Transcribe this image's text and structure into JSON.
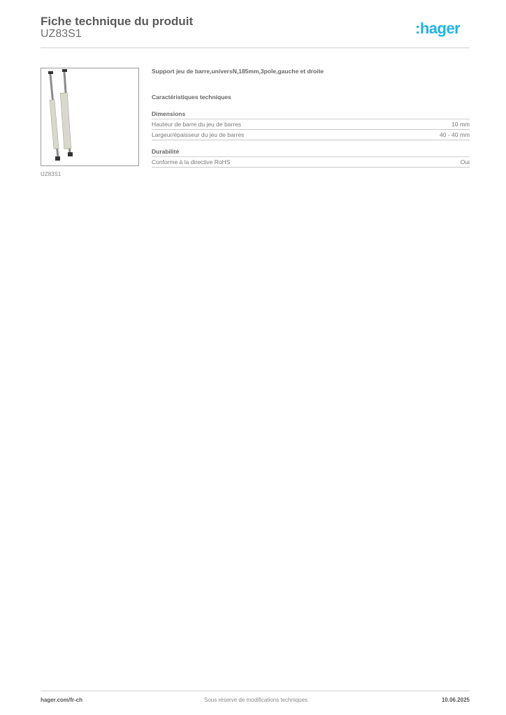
{
  "header": {
    "title": "Fiche technique du produit",
    "product_code": "UZ83S1",
    "logo_text": ":hager",
    "brand_color": "#1fb4e8"
  },
  "product": {
    "image_caption": "UZ83S1",
    "description": "Support jeu de barre,universN,185mm,3pole,gauche et droite"
  },
  "specs": {
    "section_title": "Caractéristiques techniques",
    "groups": [
      {
        "title": "Dimensions",
        "rows": [
          {
            "label": "Hauteur de barre du jeu de barres",
            "value": "10 mm"
          },
          {
            "label": "Largeur/épaisseur du jeu de barres",
            "value": "40 - 40 mm"
          }
        ]
      },
      {
        "title": "Durabilité",
        "rows": [
          {
            "label": "Conforme à la directive RoHS",
            "value": "Oui"
          }
        ]
      }
    ]
  },
  "footer": {
    "website": "hager.com/fr-ch",
    "notice": "Sous réserve de modifications techniques",
    "date": "10.06.2025"
  }
}
